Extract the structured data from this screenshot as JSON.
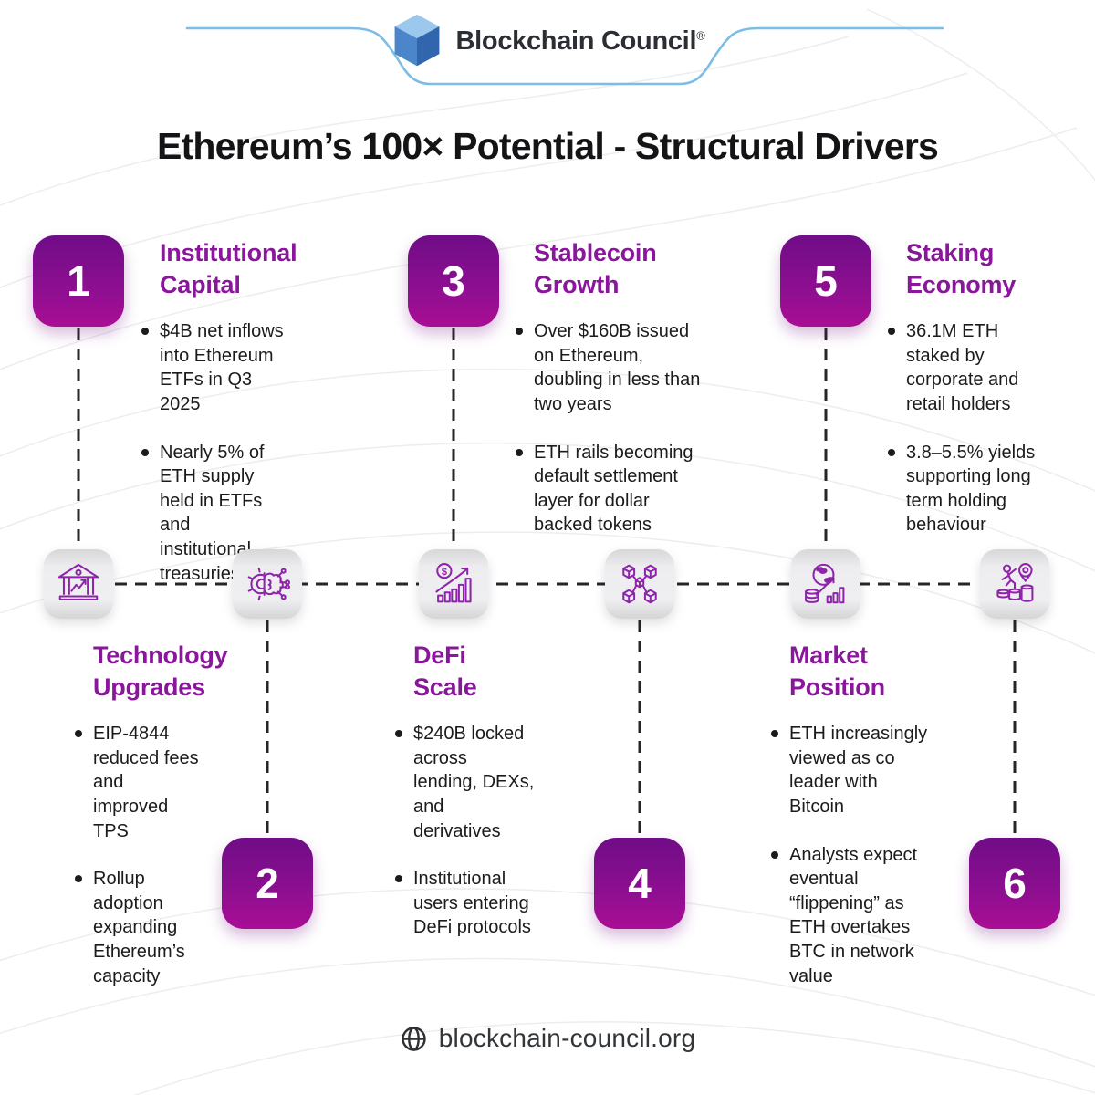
{
  "brand": {
    "logo_text": "Blockchain Council",
    "registered_mark": "®"
  },
  "title": "Ethereum’s 100× Potential - Structural Drivers",
  "items": [
    {
      "number": "1",
      "heading": "Institutional Capital",
      "icon": "bank-chart-icon",
      "bullets": [
        "$4B net inflows into Ethereum ETFs in Q3 2025",
        "Nearly 5% of ETH supply held in ETFs and institutional treasuries"
      ]
    },
    {
      "number": "2",
      "heading": "Technology Upgrades",
      "icon": "gear-brain-ai-icon",
      "bullets": [
        "EIP-4844 reduced fees and improved TPS",
        "Rollup adoption expanding Ethereum’s capacity"
      ]
    },
    {
      "number": "3",
      "heading": "Stablecoin Growth",
      "icon": "coin-growth-chart-icon",
      "bullets": [
        "Over $160B issued on Ethereum, doubling in less than two years",
        "ETH rails becoming default settlement layer for dollar backed tokens"
      ]
    },
    {
      "number": "4",
      "heading": "DeFi Scale",
      "icon": "blockchain-cubes-icon",
      "bullets": [
        "$240B locked across lending, DEXs, and derivatives",
        "Institutional users entering DeFi protocols"
      ]
    },
    {
      "number": "5",
      "heading": "Staking Economy",
      "icon": "globe-coins-chart-icon",
      "bullets": [
        "36.1M ETH staked by corporate and retail holders",
        "3.8–5.5% yields supporting long term holding behaviour"
      ]
    },
    {
      "number": "6",
      "heading": "Market Position",
      "icon": "person-coins-growth-icon",
      "bullets": [
        "ETH increasingly viewed as co leader with Bitcoin",
        "Analysts expect eventual “flippening” as ETH overtakes BTC in network value"
      ]
    }
  ],
  "footer": {
    "website": "blockchain-council.org"
  },
  "colors": {
    "heading_purple": "#8a169c",
    "number_gradient_top": "#700c87",
    "number_gradient_bottom": "#a90e94",
    "icon_stroke": "#8e24aa",
    "accent_blue": "#7cbde6",
    "text_dark": "#1b1b1d"
  }
}
